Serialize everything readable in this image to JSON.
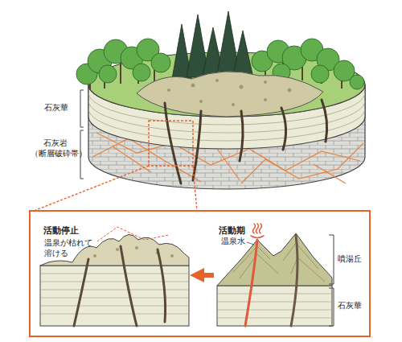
{
  "diagram": {
    "nodes": [
      {
        "text": [
          "活動停止"
        ]
      },
      {
        "text": [
          "活動期"
        ]
      }
    ],
    "edges": [
      {
        "from": 1,
        "to": 0,
        "arrow": "to"
      }
    ],
    "labels": [
      "石灰華",
      "石灰岩 （断層破砕帯）",
      "温泉が枯れて溶ける",
      "温泉水",
      "噴湯丘",
      "石灰華"
    ]
  }
}
